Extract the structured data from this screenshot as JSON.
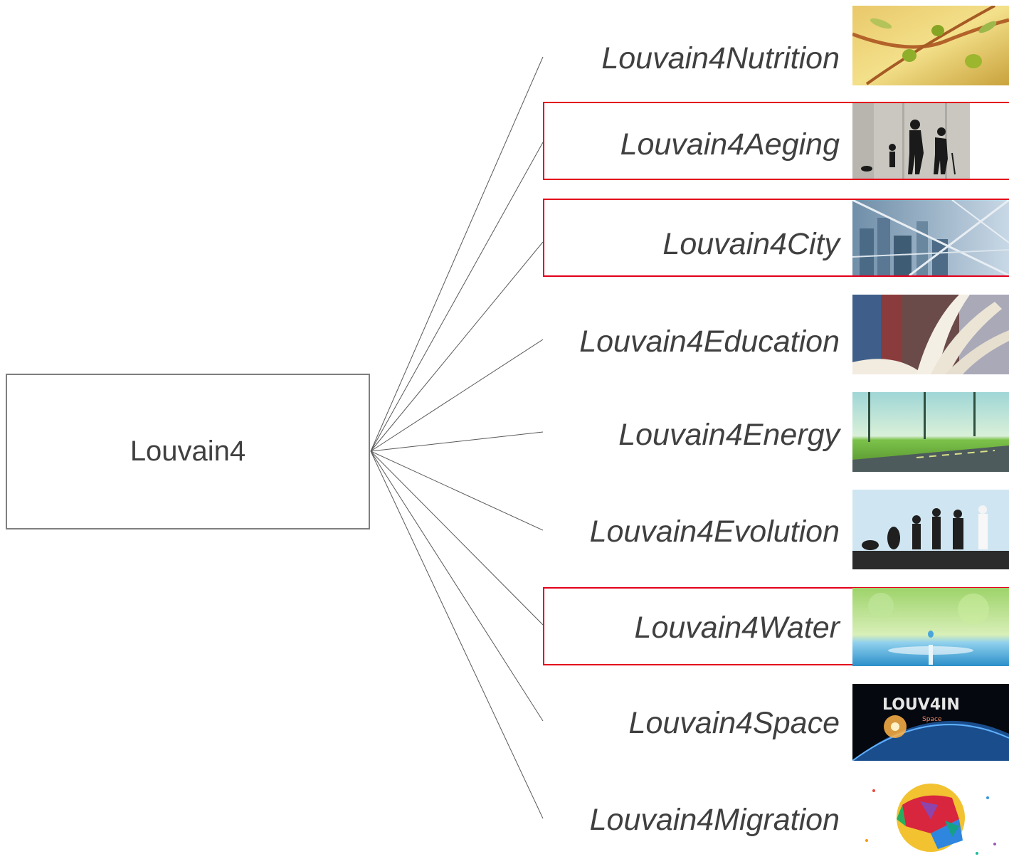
{
  "root": {
    "label": "Louvain4"
  },
  "items": [
    {
      "label": "Louvain4Nutrition",
      "highlighted": false,
      "image": "olive-branch-image"
    },
    {
      "label": "Louvain4Aeging",
      "highlighted": true,
      "image": "aging-silhouettes-image"
    },
    {
      "label": "Louvain4City",
      "highlighted": true,
      "image": "city-glass-image"
    },
    {
      "label": "Louvain4Education",
      "highlighted": false,
      "image": "open-book-image"
    },
    {
      "label": "Louvain4Energy",
      "highlighted": false,
      "image": "wind-turbines-road-image"
    },
    {
      "label": "Louvain4Evolution",
      "highlighted": false,
      "image": "human-evolution-image"
    },
    {
      "label": "Louvain4Water",
      "highlighted": true,
      "image": "water-drop-image"
    },
    {
      "label": "Louvain4Space",
      "highlighted": false,
      "image": "earth-from-space-image",
      "image_text": "LOUV4IN Space"
    },
    {
      "label": "Louvain4Migration",
      "highlighted": false,
      "image": "mosaic-globe-image"
    }
  ],
  "colors": {
    "highlight": "#e3001b",
    "connector": "#595959",
    "text": "#404040"
  }
}
